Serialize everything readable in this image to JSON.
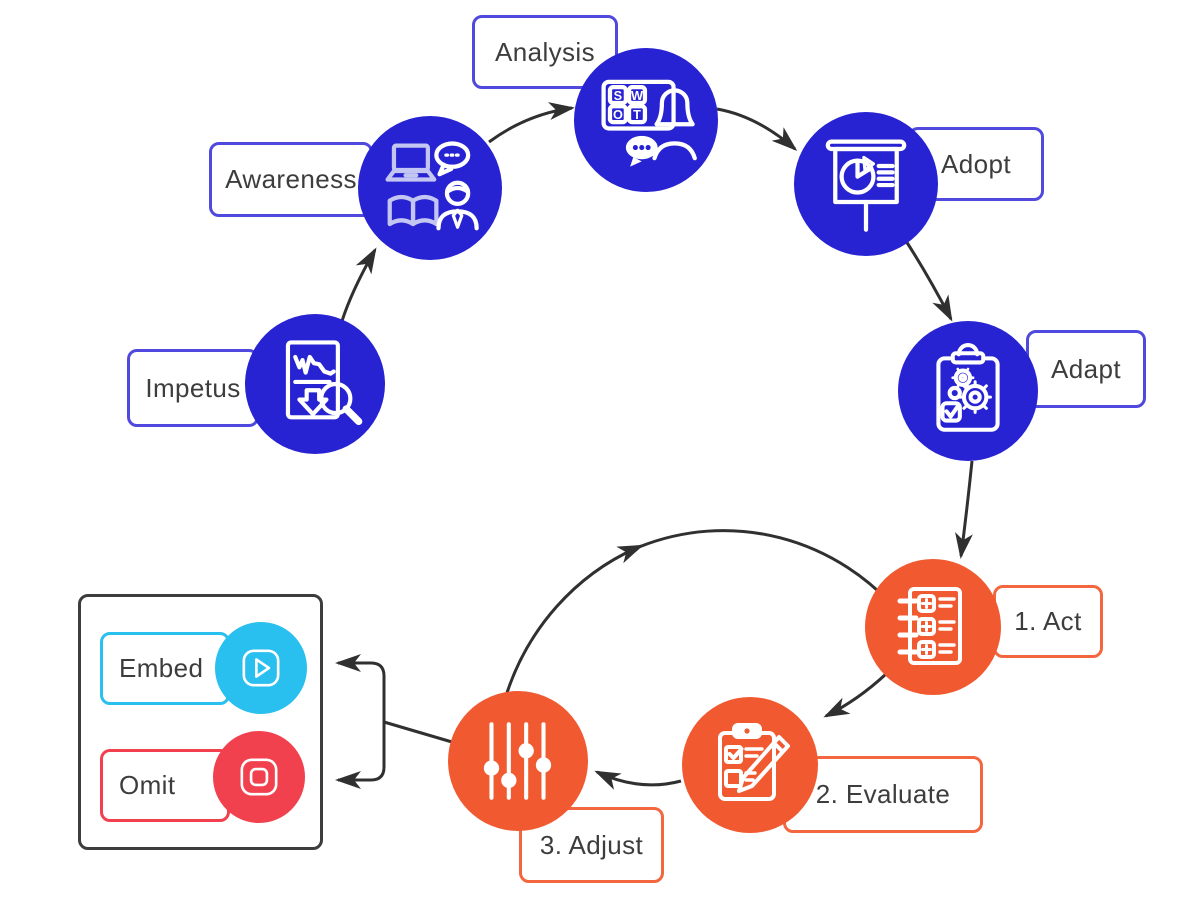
{
  "diagram": {
    "palette": {
      "blue": "#2823d2",
      "blue_border": "#4f49dd",
      "orange": "#f15a31",
      "orange_border": "#f2673f",
      "cyan": "#29bfee",
      "red": "#f2414e",
      "connector": "#303030",
      "panel_border": "#3d3d3d",
      "text": "#3d3d3d"
    },
    "stages": [
      {
        "id": "impetus",
        "label": "Impetus",
        "color": "blue",
        "icon": "report-declining-chart-magnifier-icon"
      },
      {
        "id": "awareness",
        "label": "Awareness",
        "color": "blue",
        "icon": "laptop-book-discussion-icon"
      },
      {
        "id": "analysis",
        "label": "Analysis",
        "color": "blue",
        "icon": "swot-grid-analyst-chat-icon"
      },
      {
        "id": "adopt",
        "label": "Adopt",
        "color": "blue",
        "icon": "presentation-pie-chart-icon"
      },
      {
        "id": "adapt",
        "label": "Adapt",
        "color": "blue",
        "icon": "clipboard-gears-check-icon"
      },
      {
        "id": "act",
        "label": "1. Act",
        "color": "orange",
        "icon": "notebook-task-list-icon"
      },
      {
        "id": "evaluate",
        "label": "2. Evaluate",
        "color": "orange",
        "icon": "clipboard-checklist-pencil-icon"
      },
      {
        "id": "adjust",
        "label": "3. Adjust",
        "color": "orange",
        "icon": "sliders-icon"
      }
    ],
    "swot_letters": {
      "s": "S",
      "w": "W",
      "o": "O",
      "t": "T"
    },
    "outcomes": [
      {
        "id": "embed",
        "label": "Embed",
        "color": "cyan",
        "icon": "play-icon"
      },
      {
        "id": "omit",
        "label": "Omit",
        "color": "red",
        "icon": "stop-icon"
      }
    ]
  }
}
